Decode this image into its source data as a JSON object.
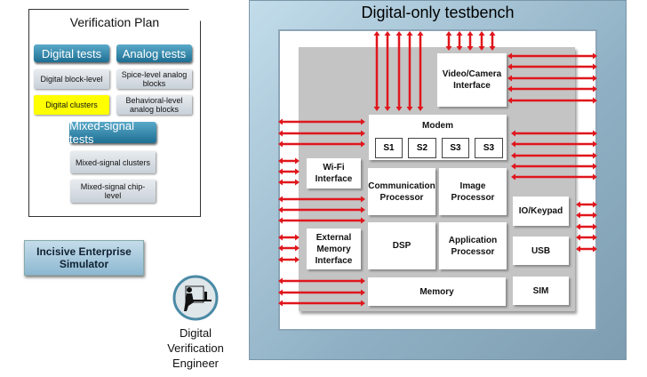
{
  "plan": {
    "title": "Verification Plan",
    "digital_tests": "Digital tests",
    "analog_tests": "Analog tests",
    "digital_block": "Digital block-level",
    "spice": "Spice-level analog blocks",
    "digital_clusters": "Digital clusters",
    "behavioral": "Behavioral-level analog blocks",
    "mixed_tests": "Mixed-signal tests",
    "mixed_clusters": "Mixed-signal clusters",
    "mixed_chip": "Mixed-signal chip-level"
  },
  "simulator": "Incisive Enterprise Simulator",
  "engineer": {
    "icon": "engineer-at-computer-icon",
    "label": "Digital Verification Engineer"
  },
  "testbench": {
    "title": "Digital-only testbench",
    "blocks": {
      "video": "Video/Camera Interface",
      "modem": "Modem",
      "s1": "S1",
      "s2": "S2",
      "s3a": "S3",
      "s3b": "S3",
      "wifi": "Wi-Fi Interface",
      "comm": "Communication Processor",
      "image": "Image Processor",
      "io": "IO/Keypad",
      "extmem": "External Memory Interface",
      "dsp": "DSP",
      "app": "Application Processor",
      "usb": "USB",
      "memory": "Memory",
      "sim": "SIM"
    }
  },
  "colors": {
    "arrow": "#e0161c",
    "header": "#1d6f93",
    "highlight": "#ffff00"
  }
}
